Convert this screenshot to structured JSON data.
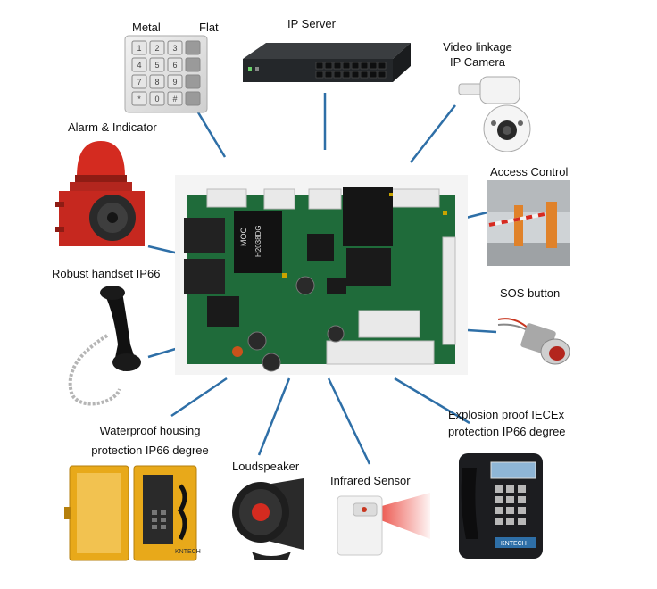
{
  "hub": {
    "name": "main-control-board"
  },
  "devices": {
    "metal_keypad": {
      "label": "Metal"
    },
    "flat_keypad": {
      "label": "Flat"
    },
    "keypad_keys": [
      "1",
      "2",
      "3",
      "",
      "4",
      "5",
      "6",
      "",
      "7",
      "8",
      "9",
      "",
      "*",
      "0",
      "#",
      ""
    ],
    "ip_server": {
      "label": "IP Server"
    },
    "ip_camera": {
      "label_line1": "Video linkage",
      "label_line2": "IP Camera"
    },
    "alarm": {
      "label": "Alarm & Indicator"
    },
    "access_control": {
      "label": "Access Control"
    },
    "handset": {
      "label": "Robust handset IP66"
    },
    "sos_button": {
      "label": "SOS button"
    },
    "waterproof_housing": {
      "label_line1": "Waterproof housing",
      "label_line2": "protection IP66 degree"
    },
    "loudspeaker": {
      "label": "Loudspeaker"
    },
    "infrared_sensor": {
      "label": "Infrared Sensor"
    },
    "explosion_proof": {
      "label_line1": "Explosion proof IECEx",
      "label_line2": "protection IP66 degree"
    },
    "board_chip_text": {
      "line1": "MOC",
      "line2": "H2038DG"
    },
    "brand_text": "KNTECH"
  },
  "colors": {
    "link_line": "#2e6fa7",
    "board_green": "#1f6b3a",
    "alarm_red": "#b3261e",
    "housing_yellow": "#e8a91a"
  }
}
